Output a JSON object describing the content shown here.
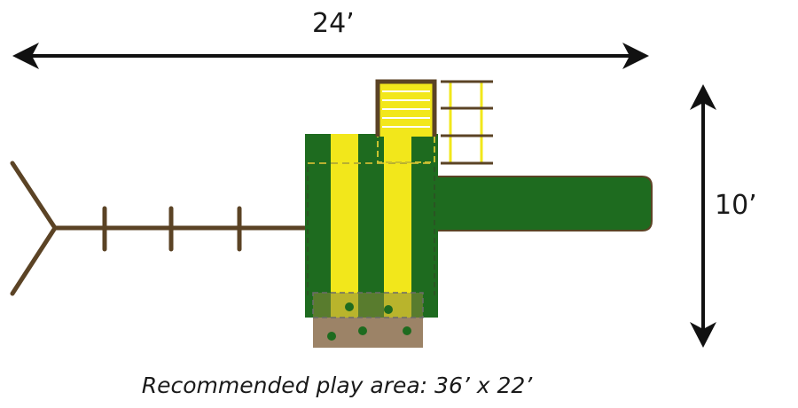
{
  "dimensions": {
    "width_label": "24’",
    "depth_label": "10’"
  },
  "caption": "Recommended play area: 36’ x 22’",
  "colors": {
    "wood_brown": "#5b4325",
    "roof_green": "#1e6b1f",
    "roof_yellow": "#f2e71b",
    "sandbox_tan": "#9c8367",
    "arrow_black": "#111111"
  }
}
